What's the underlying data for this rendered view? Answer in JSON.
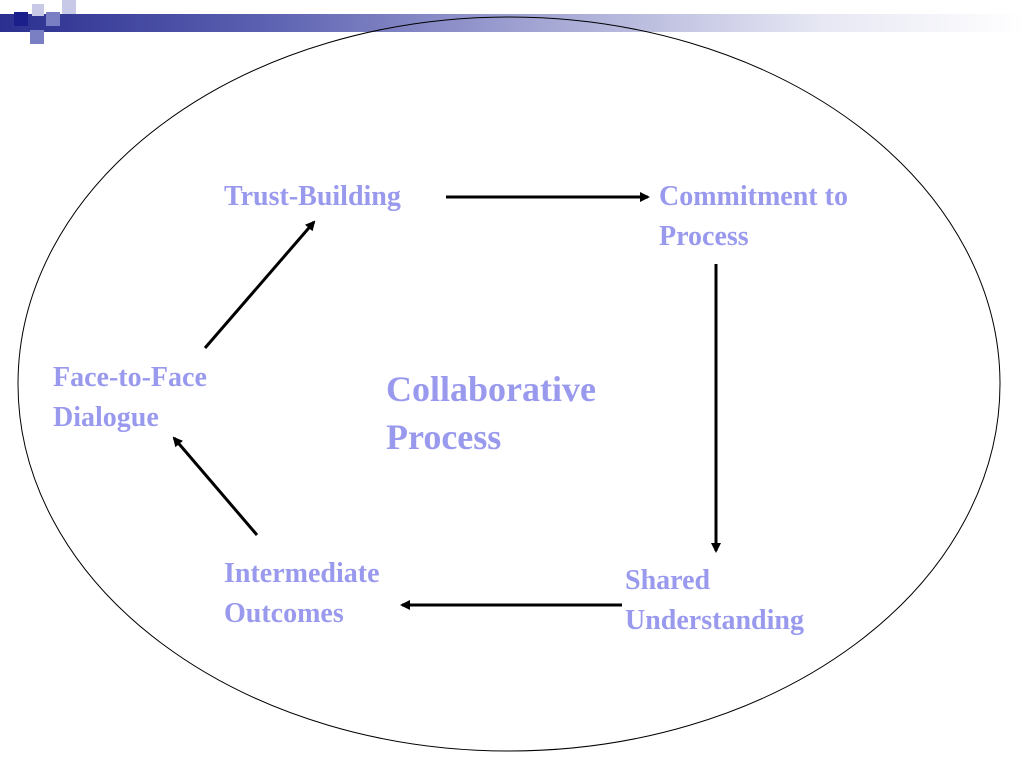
{
  "colors": {
    "label": "#9999ee",
    "arrow": "#000000",
    "ellipse": "#000000",
    "logo_dark": "#1a1f8c",
    "logo_mid": "#7a7fc4",
    "logo_light": "#c8c9e6"
  },
  "diagram": {
    "center": {
      "line1": "Collaborative",
      "line2": "Process"
    },
    "nodes": {
      "trust_building": {
        "line1": "Trust-Building"
      },
      "commitment": {
        "line1": "Commitment to",
        "line2": "Process"
      },
      "shared_understanding": {
        "line1": "Shared",
        "line2": "Understanding"
      },
      "intermediate_outcomes": {
        "line1": "Intermediate",
        "line2": "Outcomes"
      },
      "face_to_face": {
        "line1": "Face-to-Face",
        "line2": "Dialogue"
      }
    }
  }
}
